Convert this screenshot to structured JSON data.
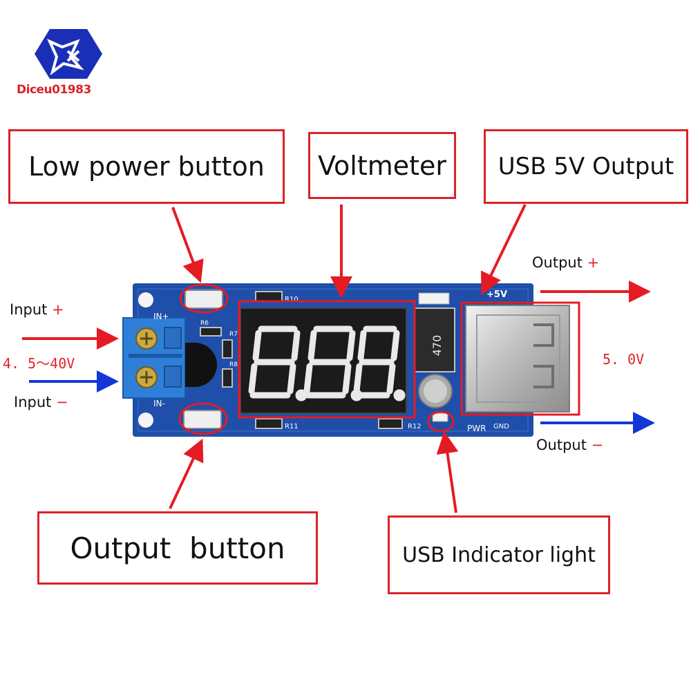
{
  "logo": {
    "text": "Diceu01983",
    "icon": "logo-shield-icon"
  },
  "callouts": {
    "low_power_button": "Low power button",
    "voltmeter": "Voltmeter",
    "usb_output": "USB 5V Output",
    "output_button": "Output  button",
    "usb_indicator": "USB Indicator light"
  },
  "labels": {
    "input_plus": "Input",
    "input_minus": "Input",
    "input_range": "4. 5～40V",
    "output_plus": "Output",
    "output_minus": "Output",
    "output_voltage": "5. 0V",
    "plus_sign": "+",
    "minus_sign": "−"
  },
  "pcb": {
    "silkscreen": {
      "in_plus": "IN+",
      "in_minus": "IN-",
      "plus5v": "+5V",
      "pwr": "PWR",
      "gnd": "GND",
      "r10": "R10",
      "r11": "R11",
      "r12": "R12",
      "r6": "R6",
      "r7": "R7",
      "r8": "R8",
      "resistor_code": "470"
    },
    "display_readout": "8.8.8."
  },
  "colors": {
    "callout_border": "#d9232b",
    "arrow_red": "#e51b24",
    "arrow_blue": "#1237d6",
    "pcb_blue": "#1f4fa8",
    "display_digit": "#e9e9e9"
  }
}
